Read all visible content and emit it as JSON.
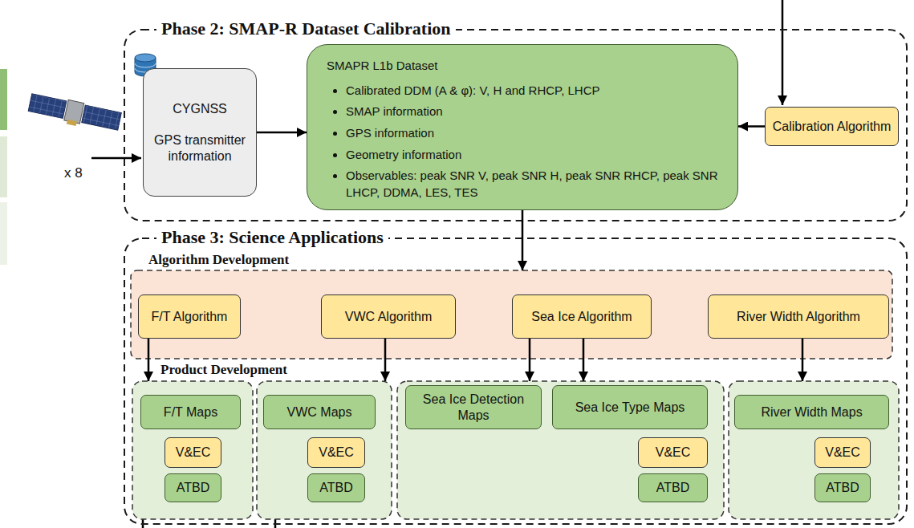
{
  "diagram": {
    "nodes": [
      {
        "text": [
          "Phase 2: SMAP-R Dataset Calibration"
        ]
      },
      {
        "text": [
          "CYGNSS",
          "GPS transmitter information"
        ],
        "in": 0
      },
      {
        "text": [
          "SMAPR L1b Dataset",
          "Calibrated DDM (A & φ): V, H and RHCP, LHCP",
          "SMAP information",
          "GPS information",
          "Geometry information",
          "Observables: peak SNR V, peak SNR H, peak SNR RHCP, peak SNR LHCP, DDMA, LES, TES"
        ],
        "in": 0
      },
      {
        "text": [
          "Calibration Algorithm"
        ],
        "in": 0
      },
      {
        "text": [
          "Phase 3: Science Applications"
        ]
      },
      {
        "text": [
          "Algorithm Development"
        ],
        "in": 4
      },
      {
        "text": [
          "F/T Algorithm"
        ],
        "in": 5
      },
      {
        "text": [
          "VWC Algorithm"
        ],
        "in": 5
      },
      {
        "text": [
          "Sea Ice Algorithm"
        ],
        "in": 5
      },
      {
        "text": [
          "River Width Algorithm"
        ],
        "in": 5
      },
      {
        "text": [],
        "in": 4
      },
      {
        "text": [
          "F/T Maps"
        ],
        "in": 10
      },
      {
        "text": [
          "V&EC"
        ],
        "in": 10
      },
      {
        "text": [
          "ATBD"
        ],
        "in": 10
      },
      {
        "text": [],
        "in": 4
      },
      {
        "text": [
          "VWC Maps"
        ],
        "in": 14
      },
      {
        "text": [
          "V&EC"
        ],
        "in": 14
      },
      {
        "text": [
          "ATBD"
        ],
        "in": 14
      },
      {
        "text": [],
        "in": 4
      },
      {
        "text": [
          "Sea Ice Detection Maps"
        ],
        "in": 18
      },
      {
        "text": [
          "Sea Ice Type Maps"
        ],
        "in": 18
      },
      {
        "text": [
          "V&EC"
        ],
        "in": 18
      },
      {
        "text": [
          "ATBD"
        ],
        "in": 18
      },
      {
        "text": [],
        "in": 4
      },
      {
        "text": [
          "River Width Maps"
        ],
        "in": 23
      },
      {
        "text": [
          "V&EC"
        ],
        "in": 23
      },
      {
        "text": [
          "ATBD"
        ],
        "in": 23
      }
    ],
    "edges": [
      {
        "from": 1,
        "to": 2,
        "arrow": "to"
      },
      {
        "from": 3,
        "to": 2,
        "arrow": "to"
      },
      {
        "from": 2,
        "to": 5,
        "arrow": "to"
      },
      {
        "from": 6,
        "to": 10,
        "arrow": "to"
      },
      {
        "from": 7,
        "to": 14,
        "arrow": "to"
      },
      {
        "from": 8,
        "to": 18,
        "arrow": "to"
      },
      {
        "from": 8,
        "to": 18,
        "arrow": "to"
      },
      {
        "from": 9,
        "to": 23,
        "arrow": "to"
      }
    ],
    "labels": [
      "x 8",
      "Product Development"
    ]
  }
}
